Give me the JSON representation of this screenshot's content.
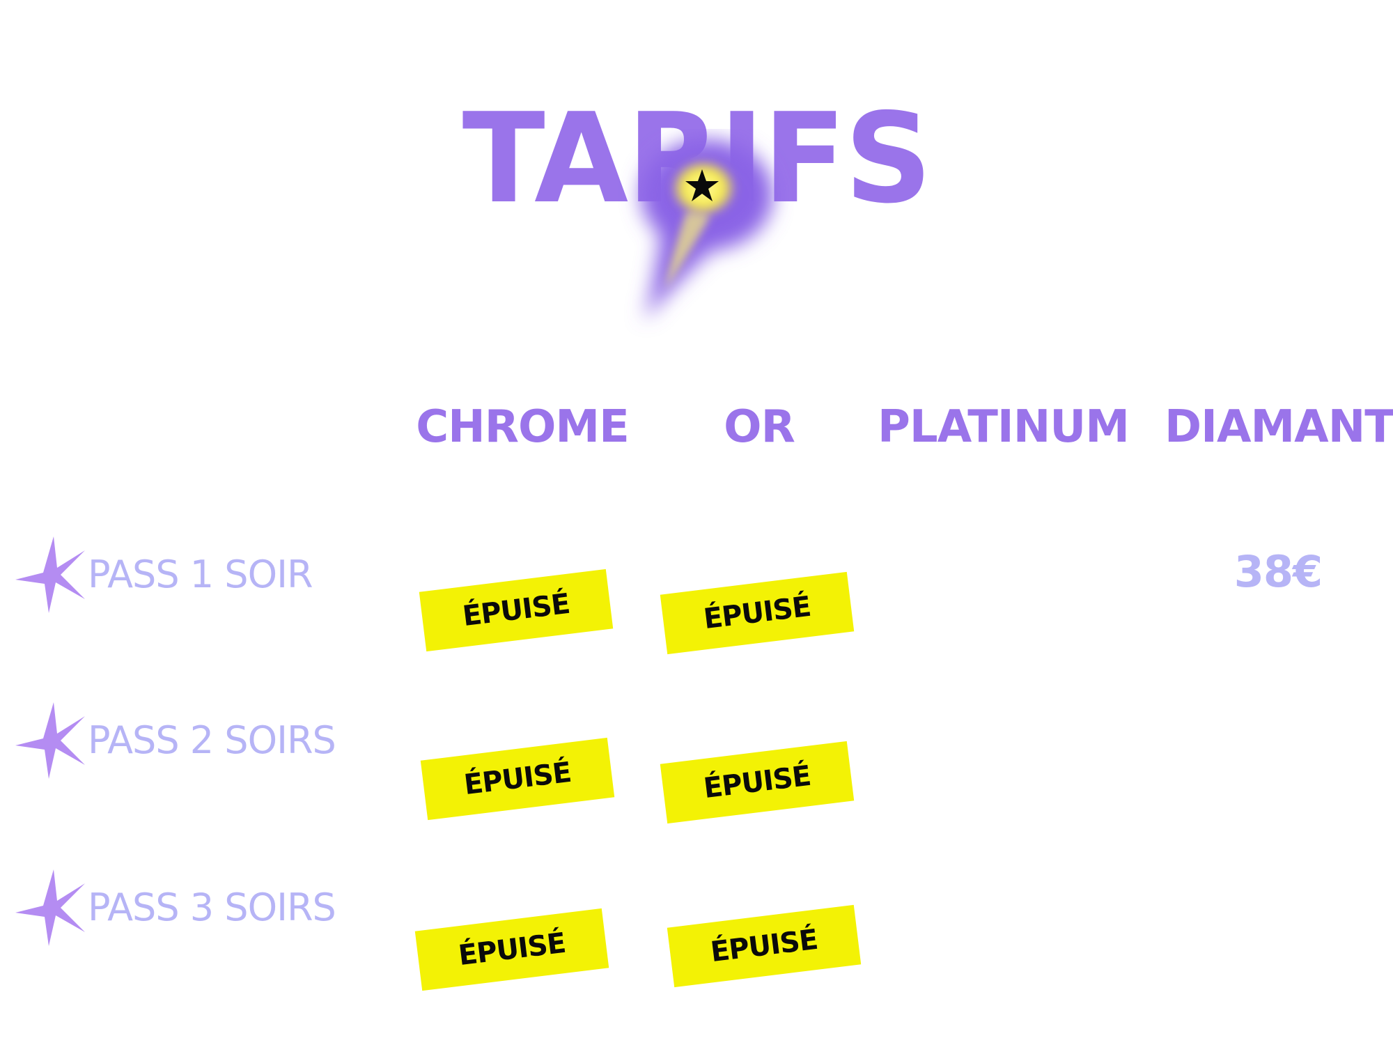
{
  "page": {
    "title": "TARIFS"
  },
  "tiers": [
    {
      "label": "CHROME"
    },
    {
      "label": "OR"
    },
    {
      "label": "PLATINUM"
    },
    {
      "label": "DIAMANT"
    }
  ],
  "passes": [
    {
      "label": "PASS 1 SOIR"
    },
    {
      "label": "PASS 2 SOIRS"
    },
    {
      "label": "PASS 3 SOIRS"
    }
  ],
  "grid": {
    "sold_out_label": "ÉPUISÉ",
    "pass1_diamant_price": "38€"
  },
  "colors": {
    "accent": "#9a74ea",
    "pass_label": "#b6b4f6",
    "sold_out_bg": "#f3f205",
    "comet_glow": "#8a64e6",
    "comet_core": "#fff35a"
  },
  "icons": {
    "comet": "comet-star-icon",
    "row_marker": "sparkle-icon"
  }
}
